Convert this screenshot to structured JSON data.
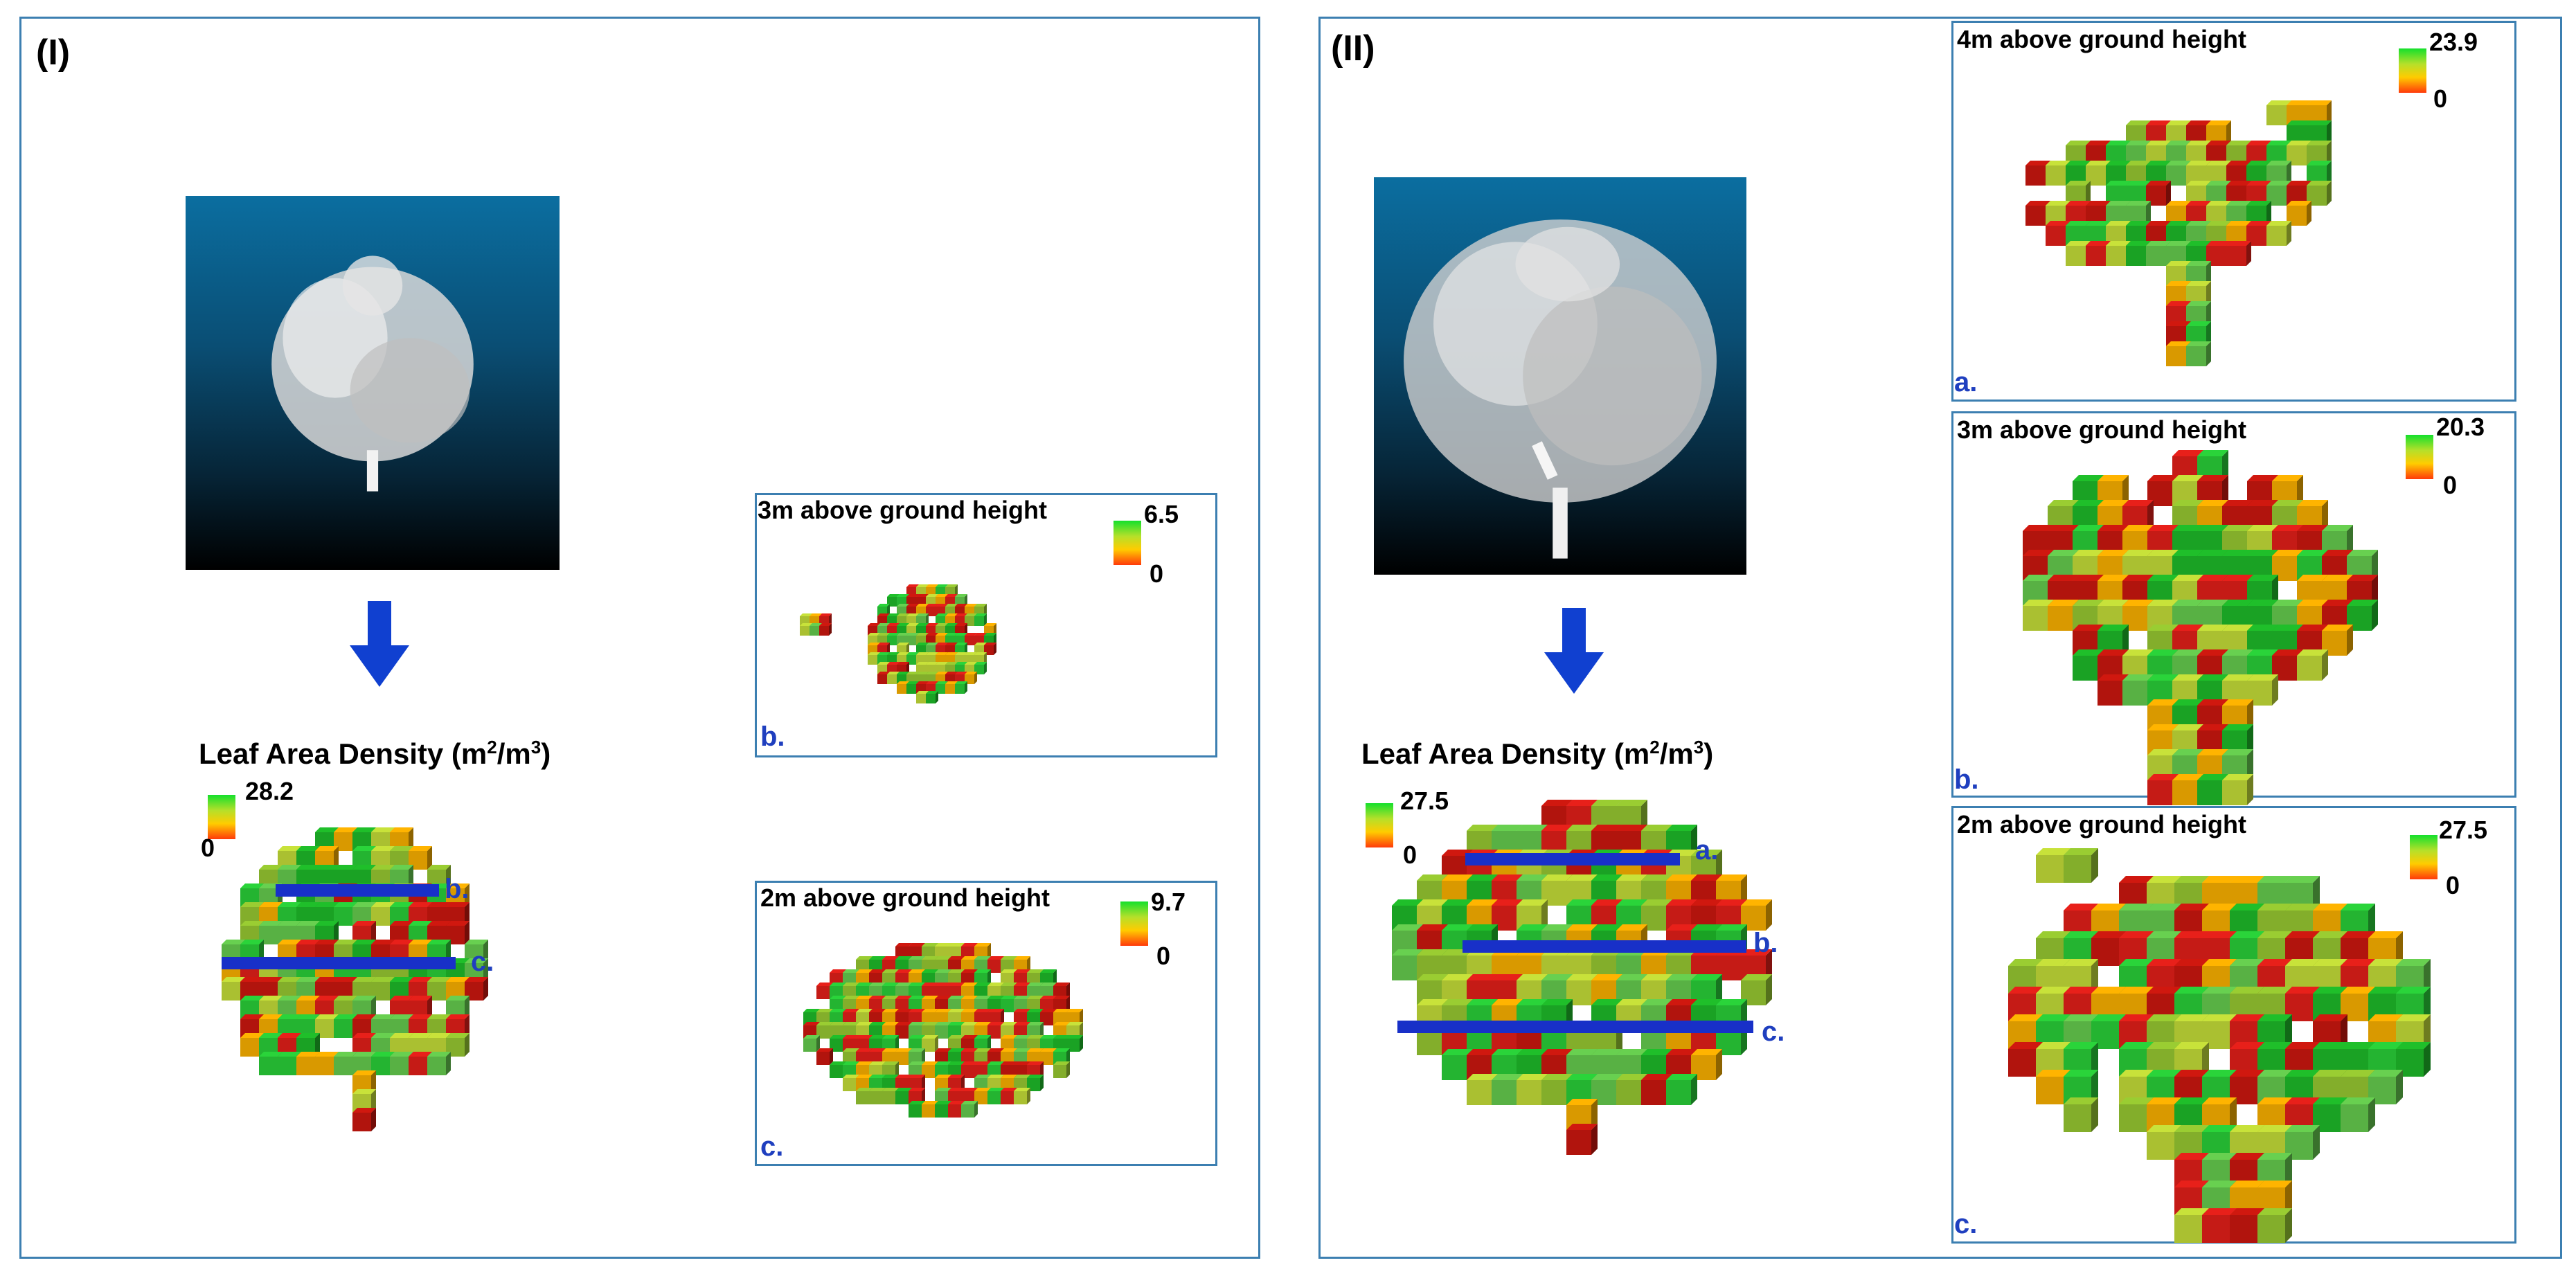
{
  "panel_1": {
    "label": "(I)",
    "lad_title": "Leaf Area Density (m",
    "lad_unit_exp1": "2",
    "lad_mid": "/m",
    "lad_unit_exp2": "3",
    "lad_close": ")",
    "colorbar": {
      "max": "28.2",
      "min": "0"
    },
    "cut_labels": [
      "b.",
      "c."
    ],
    "subplots": [
      {
        "title": "3m above ground height",
        "max": "6.5",
        "min": "0",
        "letter": "b."
      },
      {
        "title": "2m above ground height",
        "max": "9.7",
        "min": "0",
        "letter": "c."
      }
    ]
  },
  "panel_2": {
    "label": "(II)",
    "lad_title": "Leaf Area Density (m",
    "lad_unit_exp1": "2",
    "lad_mid": "/m",
    "lad_unit_exp2": "3",
    "lad_close": ")",
    "colorbar": {
      "max": "27.5",
      "min": "0"
    },
    "cut_labels": [
      "a.",
      "b.",
      "c."
    ],
    "subplots": [
      {
        "title": "4m above ground height",
        "max": "23.9",
        "min": "0",
        "letter": "a."
      },
      {
        "title": "3m above ground height",
        "max": "20.3",
        "min": "0",
        "letter": "b."
      },
      {
        "title": "2m above ground height",
        "max": "27.5",
        "min": "0",
        "letter": "c."
      }
    ]
  },
  "colors": {
    "frame": "#3c7fb1",
    "cut_line": "#1830c8",
    "arrow": "#1040d0",
    "voxel_palette": [
      "#e8201a",
      "#d0180f",
      "#1fbf2a",
      "#2ad43a",
      "#9acd32",
      "#ffb400",
      "#c8e23a",
      "#68d050"
    ]
  }
}
